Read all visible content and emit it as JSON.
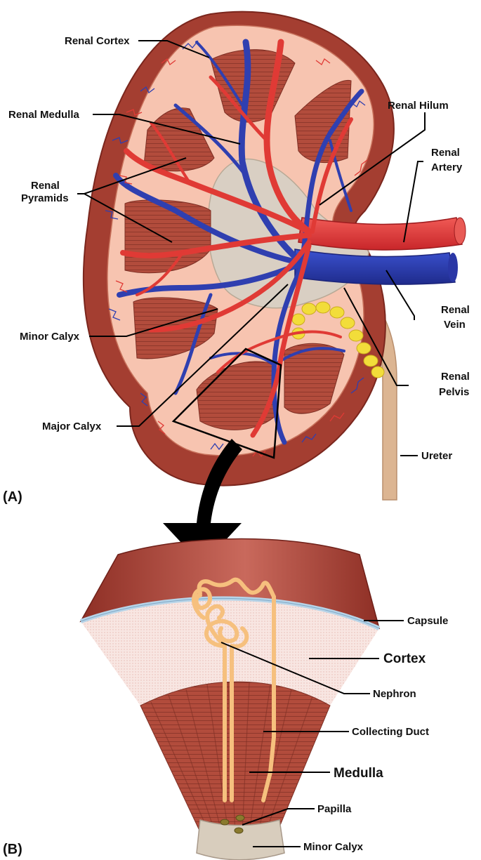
{
  "panels": {
    "a": "(A)",
    "b": "(B)"
  },
  "labels_a": {
    "renal_cortex": "Renal Cortex",
    "renal_medulla": "Renal Medulla",
    "renal_pyramids_1": "Renal",
    "renal_pyramids_2": "Pyramids",
    "renal_hilum": "Renal Hilum",
    "renal_artery_1": "Renal",
    "renal_artery_2": "Artery",
    "renal_vein_1": "Renal",
    "renal_vein_2": "Vein",
    "renal_pelvis_1": "Renal",
    "renal_pelvis_2": "Pelvis",
    "minor_calyx": "Minor Calyx",
    "major_calyx": "Major Calyx",
    "ureter": "Ureter"
  },
  "labels_b": {
    "capsule": "Capsule",
    "cortex": "Cortex",
    "nephron": "Nephron",
    "collecting_duct": "Collecting Duct",
    "medulla": "Medulla",
    "papilla": "Papilla",
    "minor_calyx": "Minor Calyx"
  },
  "colors": {
    "capsule_outer": "#9e3b2e",
    "cortex_fill": "#f7c4b0",
    "pyramid": "#b04a3a",
    "artery": "#e03a35",
    "vein": "#2f3fb0",
    "pelvis": "#d9cfc3",
    "ureter": "#dcb592",
    "fat": "#f2dd3a",
    "capsule_blue": "#b7d4e8",
    "nephron": "#f6c07e"
  }
}
